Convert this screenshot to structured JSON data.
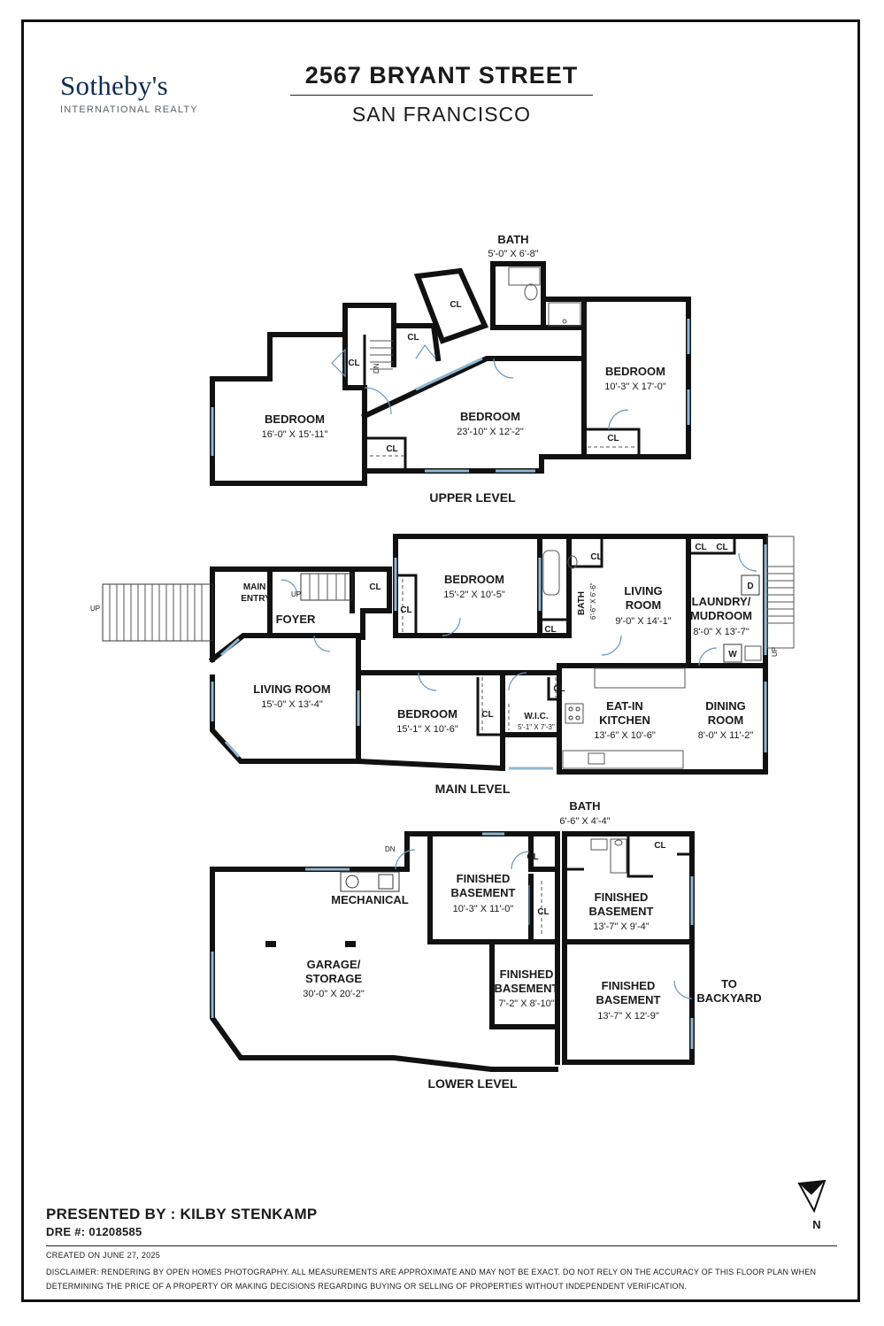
{
  "logo": {
    "name": "Sotheby's",
    "subtitle": "INTERNATIONAL REALTY"
  },
  "title": "2567 BRYANT STREET",
  "subtitle": "SAN FRANCISCO",
  "levels": {
    "upper": "UPPER LEVEL",
    "main": "MAIN LEVEL",
    "lower": "LOWER LEVEL"
  },
  "upper_rooms": {
    "bath": {
      "name": "BATH",
      "dims": "5'-0\" X 6'-8\""
    },
    "bedroom_left": {
      "name": "BEDROOM",
      "dims": "16'-0\" X 15'-11\""
    },
    "bedroom_center": {
      "name": "BEDROOM",
      "dims": "23'-10\" X 12'-2\""
    },
    "bedroom_right": {
      "name": "BEDROOM",
      "dims": "10'-3\" X 17'-0\""
    }
  },
  "main_rooms": {
    "main_entry": "MAIN ENTRY",
    "foyer": "FOYER",
    "bedroom_front": {
      "name": "BEDROOM",
      "dims": "15'-2\" X 10'-5\""
    },
    "bath": {
      "name": "BATH",
      "dims": "6'-6\" X 6'-6\""
    },
    "living_room_rear": {
      "name": "LIVING ROOM",
      "dims": "9'-0\" X 14'-1\""
    },
    "laundry": {
      "name": "LAUNDRY/ MUDROOM",
      "dims": "8'-0\" X 13'-7\""
    },
    "living_room": {
      "name": "LIVING ROOM",
      "dims": "15'-0\" X 13'-4\""
    },
    "bedroom_mid": {
      "name": "BEDROOM",
      "dims": "15'-1\" X 10'-6\""
    },
    "wic": {
      "name": "W.I.C.",
      "dims": "5'-1\" X 7'-3\""
    },
    "kitchen": {
      "name": "EAT-IN KITCHEN",
      "dims": "13'-6\" X 10'-6\""
    },
    "dining": {
      "name": "DINING ROOM",
      "dims": "8'-0\" X 11'-2\""
    }
  },
  "lower_rooms": {
    "mechanical": "MECHANICAL",
    "garage": {
      "name": "GARAGE/ STORAGE",
      "dims": "30'-0\" X 20'-2\""
    },
    "basement_1": {
      "name": "FINISHED BASEMENT",
      "dims": "10'-3\" X 11'-0\""
    },
    "bath": {
      "name": "BATH",
      "dims": "6'-6\" X 4'-4\""
    },
    "basement_2": {
      "name": "FINISHED BASEMENT",
      "dims": "13'-7\" X 9'-4\""
    },
    "basement_3": {
      "name": "FINISHED BASEMENT",
      "dims": "7'-2\" X 8'-10\""
    },
    "basement_4": {
      "name": "FINISHED BASEMENT",
      "dims": "13'-7\" X 12'-9\""
    },
    "backyard": "TO BACKYARD"
  },
  "marks": {
    "closet": "CL",
    "down": "DN",
    "up": "UP",
    "dryer": "D",
    "washer": "W"
  },
  "compass": "N",
  "presented_by": "PRESENTED BY : KILBY STENKAMP",
  "dre": "DRE #: 01208585",
  "created": "CREATED ON JUNE 27, 2025",
  "disclaimer": "DISCLAIMER: RENDERING BY OPEN HOMES PHOTOGRAPHY. ALL MEASUREMENTS ARE APPROXIMATE AND MAY NOT BE EXACT. DO NOT RELY ON THE ACCURACY OF THIS FLOOR PLAN WHEN DETERMINING THE PRICE OF A PROPERTY OR MAKING DECISIONS REGARDING BUYING OR SELLING OF PROPERTIES WITHOUT INDEPENDENT VERIFICATION."
}
